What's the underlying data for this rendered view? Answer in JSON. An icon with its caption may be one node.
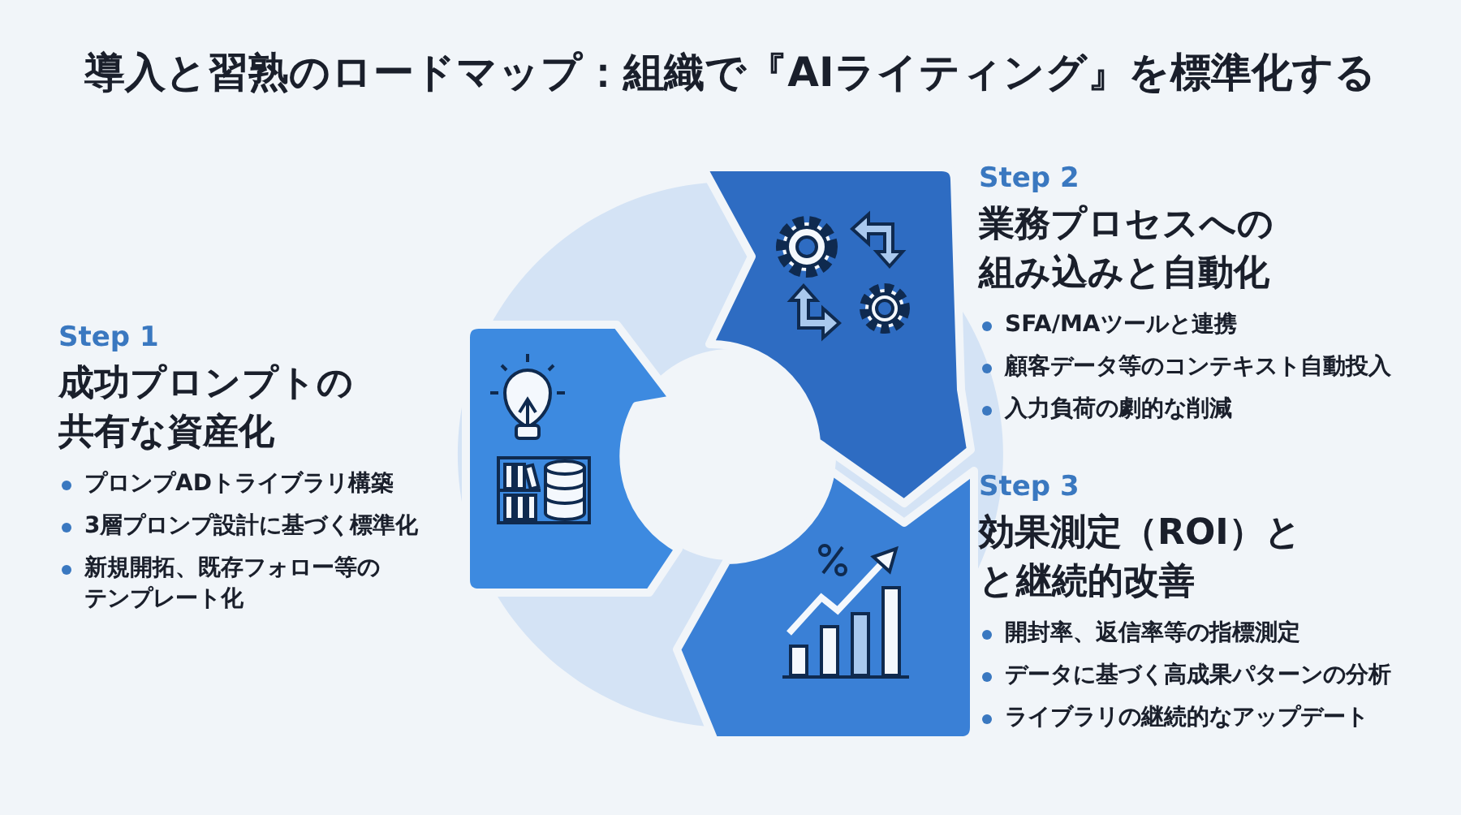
{
  "diagram": {
    "title": "導入と習熟のロードマップ：組織で『AIライティング』を標準化する",
    "nodes": [
      {
        "text": [
          "Step 1",
          "成功プロンプトの共有な資産化",
          "プロンプADトライブラリ構築",
          "3層プロンプ設計に基づく標準化",
          "新規開拓、既存フォロー等のテンプレート化"
        ]
      },
      {
        "text": [
          "Step 2",
          "業務プロセスへの組み込みと自動化",
          "SFA/MAツールと連携",
          "顧客データ等のコンテキスト自動投入",
          "入力負荷の劇的な削減"
        ]
      },
      {
        "text": [
          "Step 3",
          "効果測定（ROI）とと継続的改善",
          "開封率、返信率等の指標測定",
          "データに基づく高成果パターンの分析",
          "ライブラリの継続的なアップデート"
        ]
      }
    ]
  }
}
